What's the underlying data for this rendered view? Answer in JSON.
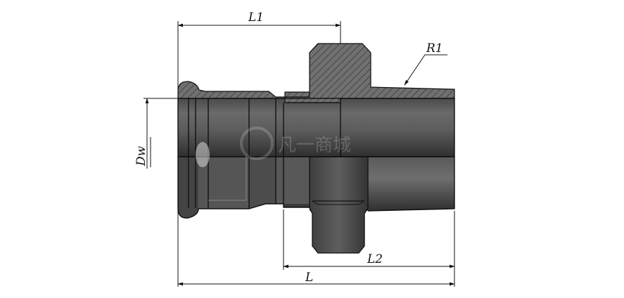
{
  "diagram": {
    "labels": {
      "L1": "L1",
      "L2": "L2",
      "L": "L",
      "R1": "R1",
      "Dw": "Dw"
    },
    "watermark": "凡一商城",
    "colors": {
      "steel_dark": "#3a3a3a",
      "steel_mid": "#5a5a5a",
      "steel_light": "#8a8a8a",
      "hatch_fill": "#6e6e6e",
      "line": "#111111"
    }
  }
}
